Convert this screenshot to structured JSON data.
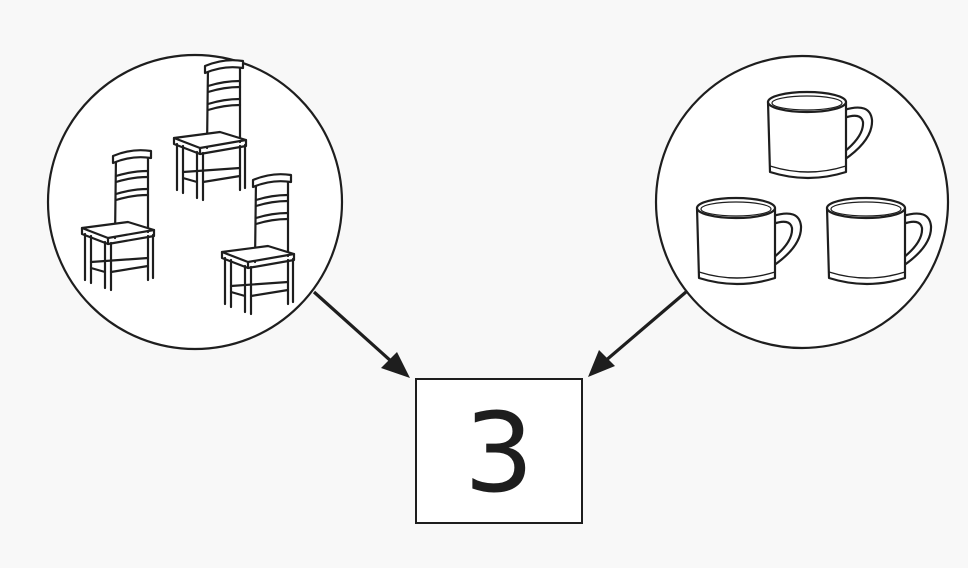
{
  "diagram": {
    "number": "3",
    "left_group": {
      "object": "chair",
      "count": 3,
      "icon": "chair-icon"
    },
    "right_group": {
      "object": "cup",
      "count": 3,
      "icon": "cup-icon"
    },
    "colors": {
      "ink": "#1e1e1e",
      "background": "#f8f8f8",
      "fill": "#ffffff"
    }
  }
}
